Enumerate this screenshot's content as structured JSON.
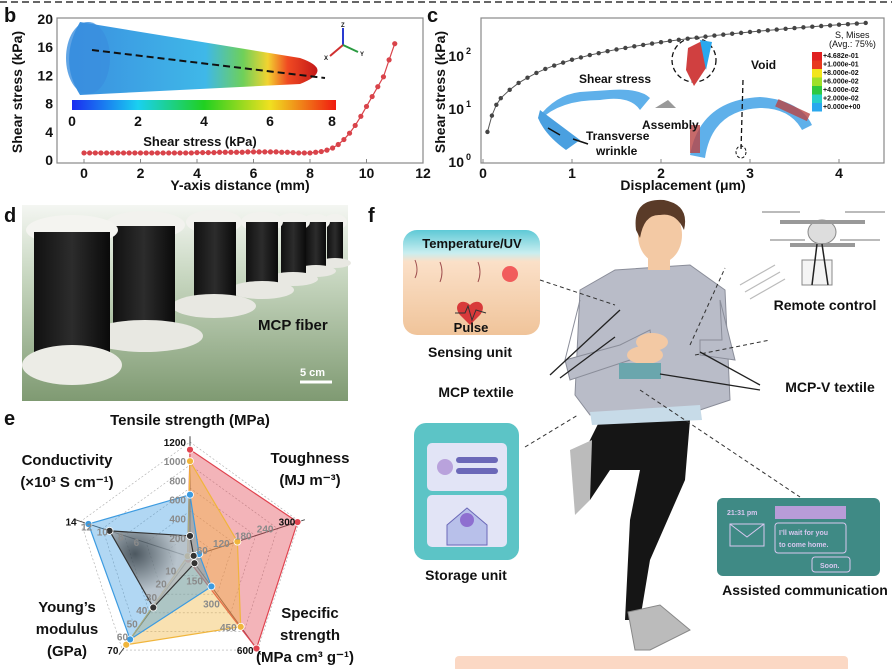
{
  "panels": {
    "b": "b",
    "c": "c",
    "d": "d",
    "e": "e",
    "f": "f"
  },
  "chart_data": [
    {
      "id": "b",
      "type": "scatter",
      "xlabel": "Y-axis distance (mm)",
      "ylabel": "Shear stress (kPa)",
      "xlim": [
        -1,
        12
      ],
      "ylim": [
        0,
        20
      ],
      "xticks": [
        0,
        2,
        4,
        6,
        8,
        10,
        12
      ],
      "yticks": [
        0,
        4,
        8,
        12,
        16,
        20
      ],
      "series_color": "#d9434a",
      "x": [
        0,
        0.2,
        0.4,
        0.6,
        0.8,
        1.0,
        1.2,
        1.4,
        1.6,
        1.8,
        2.0,
        2.2,
        2.4,
        2.6,
        2.8,
        3.0,
        3.2,
        3.4,
        3.6,
        3.8,
        4.0,
        4.2,
        4.4,
        4.6,
        4.8,
        5.0,
        5.2,
        5.4,
        5.6,
        5.8,
        6.0,
        6.2,
        6.4,
        6.6,
        6.8,
        7.0,
        7.2,
        7.4,
        7.6,
        7.8,
        8.0,
        8.2,
        8.4,
        8.6,
        8.8,
        9.0,
        9.2,
        9.4,
        9.6,
        9.8,
        10.0,
        10.2,
        10.4,
        10.6,
        10.8,
        11.0
      ],
      "y": [
        1.0,
        1.0,
        1.0,
        1.0,
        1.0,
        1.0,
        1.0,
        1.0,
        1.0,
        1.0,
        1.0,
        1.0,
        1.0,
        1.0,
        1.0,
        1.0,
        1.0,
        1.0,
        1.0,
        1.0,
        1.05,
        1.05,
        1.05,
        1.05,
        1.1,
        1.1,
        1.1,
        1.1,
        1.1,
        1.15,
        1.15,
        1.15,
        1.15,
        1.15,
        1.15,
        1.1,
        1.1,
        1.05,
        1.0,
        1.0,
        1.0,
        1.1,
        1.2,
        1.4,
        1.7,
        2.2,
        2.9,
        3.8,
        4.9,
        6.2,
        7.6,
        9.0,
        10.4,
        11.8,
        14.2,
        16.5
      ],
      "inset": {
        "colorbar_label": "Shear stress (kPa)",
        "colorbar_ticks": [
          "0",
          "2",
          "4",
          "6",
          "8"
        ],
        "axis_labels": [
          "Z",
          "X",
          "Y"
        ]
      }
    },
    {
      "id": "c",
      "type": "scatter",
      "xlabel": "Displacement (μm)",
      "ylabel": "Shear stress (kPa)",
      "yscale": "log",
      "xlim": [
        0,
        4.5
      ],
      "ylim": [
        1,
        500
      ],
      "xticks": [
        0,
        1,
        2,
        3,
        4
      ],
      "yticks_exp": [
        "0",
        "1",
        "2"
      ],
      "ytick_base": "10",
      "series_color": "#333333",
      "x": [
        0.05,
        0.1,
        0.15,
        0.2,
        0.3,
        0.4,
        0.5,
        0.6,
        0.7,
        0.8,
        0.9,
        1.0,
        1.1,
        1.2,
        1.3,
        1.4,
        1.5,
        1.6,
        1.7,
        1.8,
        1.9,
        2.0,
        2.1,
        2.2,
        2.3,
        2.4,
        2.5,
        2.6,
        2.7,
        2.8,
        2.9,
        3.0,
        3.1,
        3.2,
        3.3,
        3.4,
        3.5,
        3.6,
        3.7,
        3.8,
        3.9,
        4.0,
        4.1,
        4.2,
        4.3
      ],
      "y": [
        3.7,
        7.5,
        12,
        16,
        23,
        31,
        39,
        48,
        57,
        66,
        75,
        85,
        94,
        104,
        113,
        123,
        133,
        142,
        152,
        162,
        172,
        182,
        192,
        202,
        212,
        222,
        232,
        243,
        253,
        263,
        273,
        284,
        294,
        305,
        315,
        326,
        336,
        347,
        357,
        368,
        378,
        389,
        399,
        410,
        420
      ],
      "annotations": {
        "shear_stress": "Shear stress",
        "transverse": "Transverse",
        "wrinkle": "wrinkle",
        "assembly": "Assembly",
        "void": "Void"
      },
      "legend": {
        "title": "S, Mises",
        "subtitle": "(Avg.: 75%)",
        "entries": [
          "+4.682e-01",
          "+1.000e-01",
          "+8.000e-02",
          "+6.000e-02",
          "+4.000e-02",
          "+2.000e-02",
          "+0.000e+00"
        ],
        "colors": [
          "#e02020",
          "#e83a1e",
          "#f2e51c",
          "#9ee02a",
          "#2ec840",
          "#28d0c8",
          "#2aa8ee"
        ]
      }
    },
    {
      "id": "e",
      "type": "radar",
      "axes": [
        {
          "name_lines": [
            "Tensile strength (MPa)"
          ],
          "max": 1200,
          "ticks": [
            "200",
            "400",
            "600",
            "800",
            "1000",
            "1200"
          ]
        },
        {
          "name_lines": [
            "Toughness",
            "(MJ m⁻³)"
          ],
          "max": 300,
          "ticks": [
            "60",
            "120",
            "180",
            "240",
            "300"
          ]
        },
        {
          "name_lines": [
            "Specific",
            "strength",
            "(MPa cm³ g⁻¹)"
          ],
          "max": 600,
          "ticks": [
            "150",
            "300",
            "450",
            "600"
          ]
        },
        {
          "name_lines": [
            "Young’s",
            "modulus",
            "(GPa)"
          ],
          "max": 70,
          "ticks": [
            "10",
            "20",
            "30",
            "40",
            "50",
            "60",
            "70"
          ]
        },
        {
          "name_lines": [
            "Conductivity",
            "(×10³ S cm⁻¹)"
          ],
          "max": 14,
          "ticks": [
            "6",
            "8",
            "10",
            "12",
            "14"
          ]
        }
      ],
      "series": [
        {
          "name": "red",
          "color": "#e0434f",
          "values": [
            1120,
            295,
            590,
            2,
            0.3
          ]
        },
        {
          "name": "orange",
          "color": "#f0b53c",
          "values": [
            1000,
            130,
            450,
            66,
            0.3
          ]
        },
        {
          "name": "blue",
          "color": "#3d9be0",
          "values": [
            650,
            25,
            190,
            62,
            13
          ]
        },
        {
          "name": "black",
          "color": "#333333",
          "values": [
            220,
            10,
            40,
            38,
            10.3
          ]
        }
      ]
    }
  ],
  "panel_d": {
    "label": "MCP fiber",
    "scale_bar": "5 cm"
  },
  "panel_f": {
    "sensing_box_title": "Temperature/UV",
    "sensing_box_pulse": "Pulse",
    "sensing_unit": "Sensing unit",
    "mcp_textile": "MCP textile",
    "remote_control": "Remote control",
    "mcp_v_textile": "MCP-V textile",
    "storage_unit": "Storage unit",
    "assisted_communication": "Assisted communication",
    "message": {
      "time": "21:31 pm",
      "line1": "I’ll wait for you",
      "line2": "to come home.",
      "reply": "Soon."
    }
  }
}
